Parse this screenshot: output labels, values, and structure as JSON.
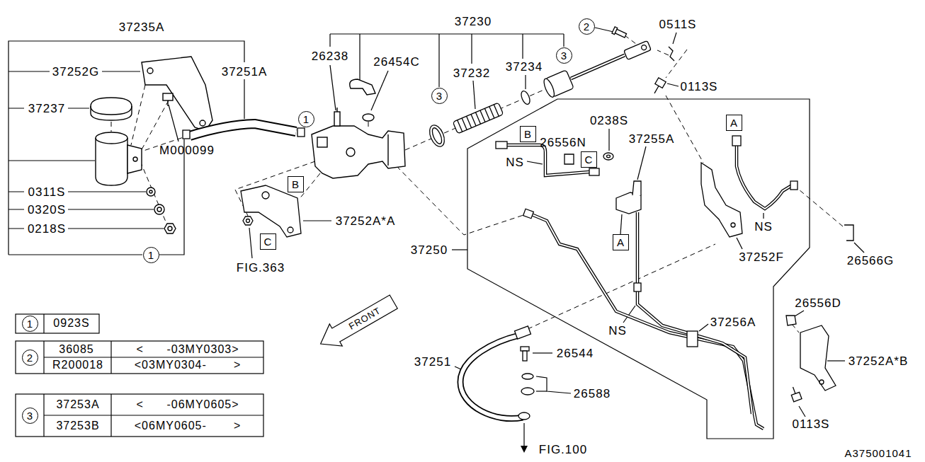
{
  "diagram": {
    "nodes": [
      {
        "text": [
          "2"
        ]
      },
      {
        "text": [
          "3"
        ]
      },
      {
        "text": [
          "1"
        ]
      },
      {
        "text": [
          "3"
        ]
      },
      {
        "text": [
          "B"
        ]
      },
      {
        "text": [
          "C"
        ]
      },
      {
        "text": [
          "A"
        ]
      },
      {
        "text": [
          "B"
        ]
      },
      {
        "text": [
          "A"
        ]
      },
      {
        "text": [
          "C"
        ]
      },
      {
        "text": [
          "1"
        ]
      },
      {
        "text": [
          "1"
        ]
      },
      {
        "text": [
          "2"
        ]
      },
      {
        "text": [
          "3"
        ]
      }
    ],
    "labels": [
      "37235A",
      "37230",
      "0511S",
      "37252G",
      "37251A",
      "26238",
      "26454C",
      "37232",
      "37234",
      "0113S",
      "37237",
      "M000099",
      "0238S",
      "26556N",
      "37255A",
      "NS",
      "0311S",
      "0320S",
      "0218S",
      "37252A*A",
      "NS",
      "37250",
      "37252F",
      "26566G",
      "FIG.363",
      "FRONT",
      "NS",
      "37256A",
      "26556D",
      "37251",
      "26544",
      "26588",
      "37252A*B",
      "0113S",
      "FIG.100",
      "A375001041",
      "0923S",
      "36085",
      "<      -03MY0303>",
      "R200018",
      "<03MY0304-       >",
      "37253A",
      "<      -06MY0605>",
      "37253B",
      "<06MY0605-       >"
    ]
  }
}
